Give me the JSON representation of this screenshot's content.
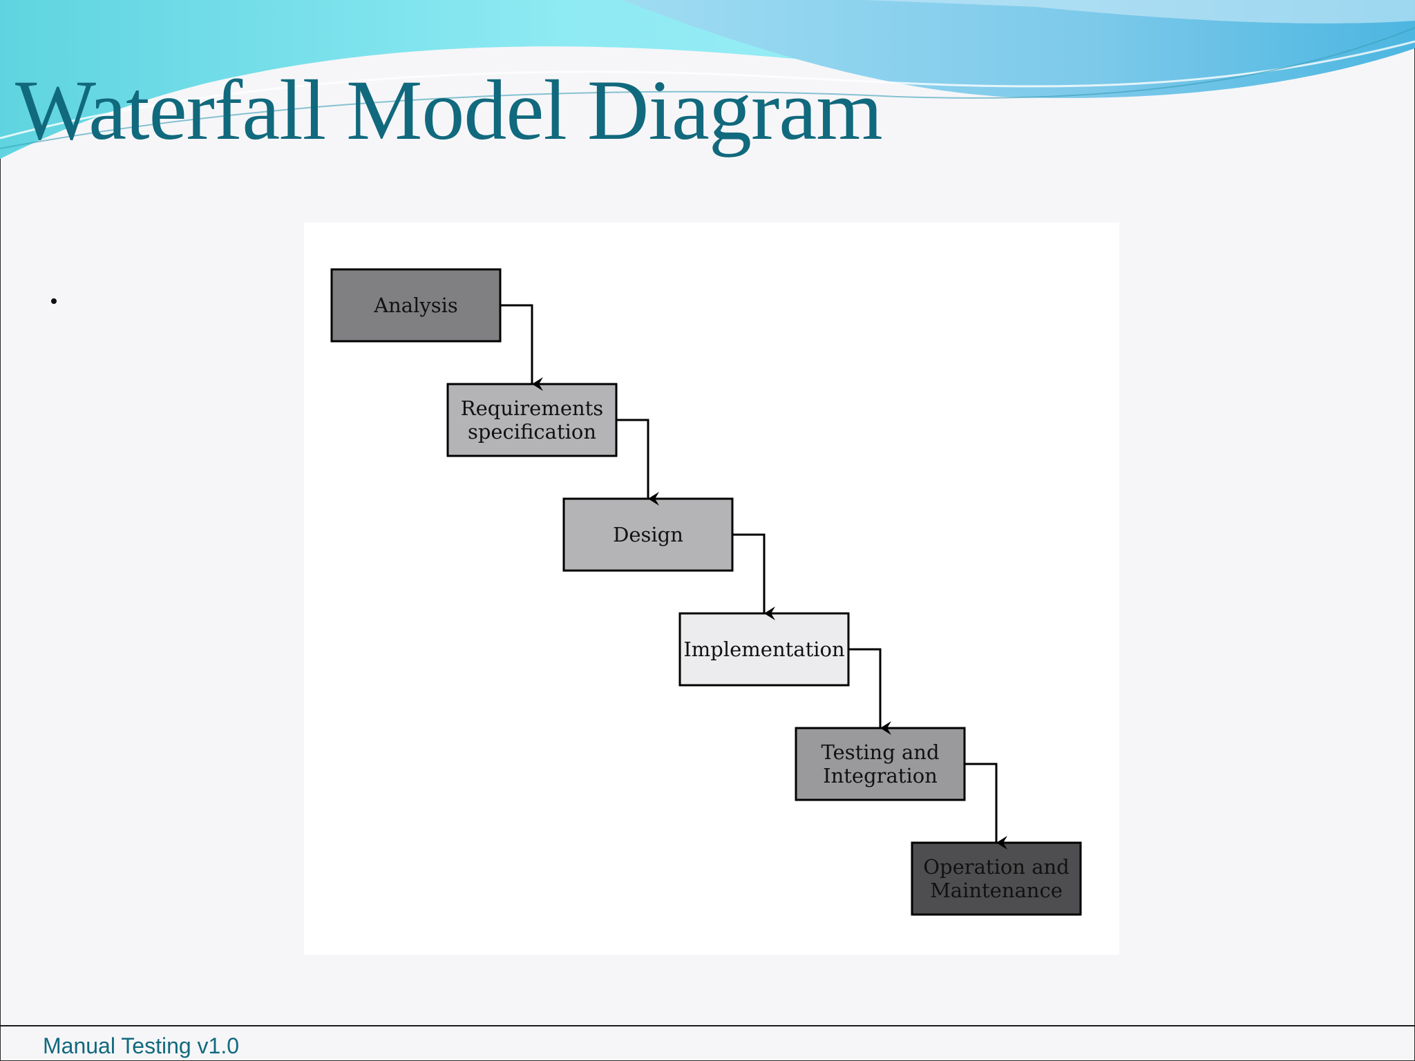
{
  "slide": {
    "title": "Waterfall Model Diagram",
    "bullet": "•",
    "footer": "Manual Testing v1.0"
  },
  "diagram": {
    "stages": [
      {
        "line1": "Analysis",
        "line2": "",
        "fill": "#808083"
      },
      {
        "line1": "Requirements",
        "line2": "specification",
        "fill": "#b4b4b6"
      },
      {
        "line1": "Design",
        "line2": "",
        "fill": "#b4b4b6"
      },
      {
        "line1": "Implementation",
        "line2": "",
        "fill": "#ececef"
      },
      {
        "line1": "Testing and",
        "line2": "Integration",
        "fill": "#9a9a9c"
      },
      {
        "line1": "Operation and",
        "line2": "Maintenance",
        "fill": "#4e4e50"
      }
    ]
  },
  "colors": {
    "title": "#11697d",
    "footer": "#11697d",
    "wave_light": "#8ee8f2",
    "wave_mid": "#6cc9e6",
    "wave_dark": "#3aa8cc"
  }
}
